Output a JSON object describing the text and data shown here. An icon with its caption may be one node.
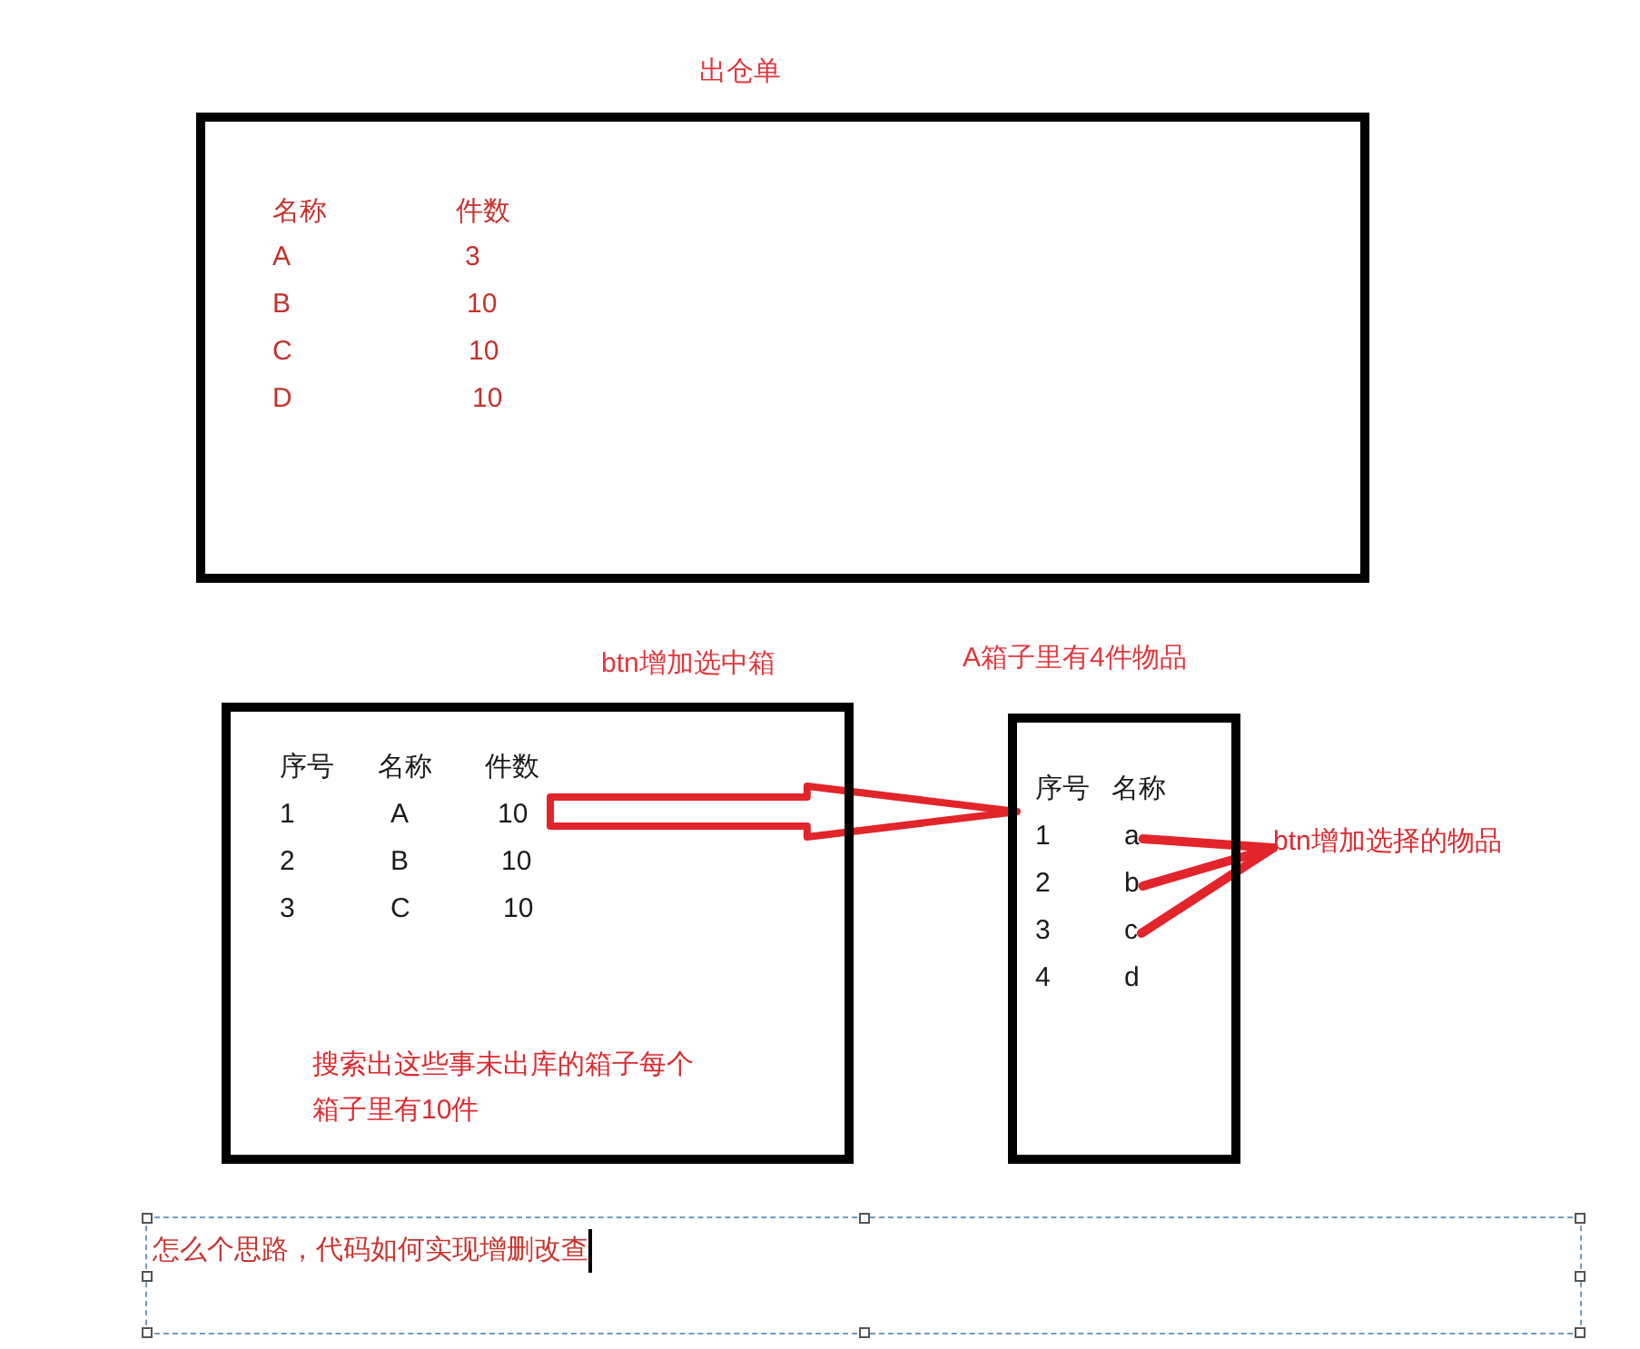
{
  "diagram": {
    "nodes": [
      {
        "text": [
          "出仓单"
        ]
      },
      {
        "text": [
          "btn增加选中箱",
          "搜索出这些事未出库的箱子每个箱子里有10件"
        ]
      },
      {
        "text": [
          "A箱子里有4件物品"
        ]
      },
      {
        "text": [
          "a"
        ],
        "in": 2
      },
      {
        "text": [
          "b"
        ],
        "in": 2
      },
      {
        "text": [
          "c"
        ],
        "in": 2
      },
      {
        "text": [
          "btn增加选择的物品"
        ]
      },
      {
        "text": [
          "怎么个思路，代码如何实现增删改查"
        ]
      }
    ],
    "edges": [
      {
        "from": 1,
        "to": 2,
        "arrow": "to",
        "style": "thick"
      },
      {
        "from": 3,
        "to": 6,
        "arrow": "none"
      },
      {
        "from": 4,
        "to": 6,
        "arrow": "none"
      },
      {
        "from": 5,
        "to": 6,
        "arrow": "none"
      }
    ],
    "labels": [
      "名称",
      "件数",
      "A",
      "3",
      "B",
      "10",
      "C",
      "10",
      "D",
      "10",
      "序号",
      "名称",
      "件数",
      "1",
      "A",
      "10",
      "2",
      "B",
      "10",
      "3",
      "C",
      "10",
      "序号",
      "名称",
      "1",
      "2",
      "3",
      "4",
      "d"
    ]
  }
}
